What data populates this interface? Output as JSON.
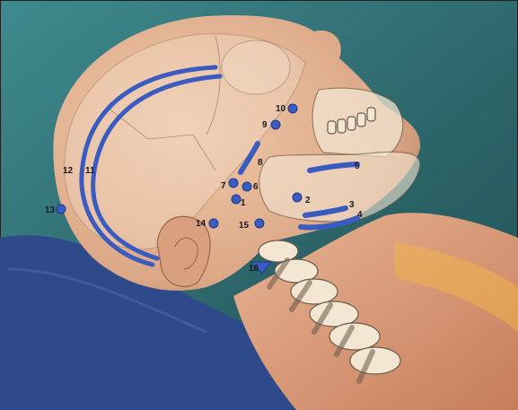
{
  "labels": {
    "l1": "1",
    "l2": "2",
    "l3": "3",
    "l4": "4",
    "l5": "5",
    "l6": "6",
    "l7": "7",
    "l8": "8",
    "l9": "9",
    "l10": "10",
    "l11": "11",
    "l12": "12",
    "l13": "13",
    "l14": "14",
    "l15": "15",
    "l16": "16"
  },
  "colors": {
    "marker": "#3a5bbf",
    "skin": "#e6b99a",
    "background": "#2e6f74",
    "pillow": "#2f4a8a"
  }
}
